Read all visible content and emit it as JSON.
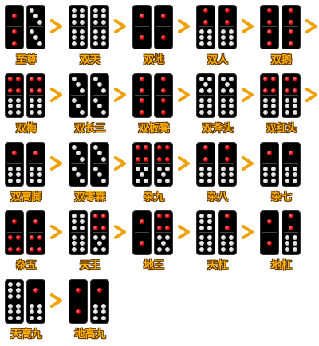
{
  "colors": {
    "label": "#ffb000",
    "label_outline": "#5a3200",
    "tile": "#000000",
    "pip_red": "#e30000",
    "pip_white": "#ffffff",
    "arrow": "#f0a000"
  },
  "icons": {
    "arrow": "chevron-right-icon",
    "tile": "domino-tile-icon"
  },
  "entries": [
    {
      "label": "至尊",
      "tiles": [
        3,
        6
      ],
      "arrow": true
    },
    {
      "label": "双天",
      "tiles": [
        12,
        12
      ],
      "arrow": true
    },
    {
      "label": "双地",
      "tiles": [
        2,
        2
      ],
      "arrow": true
    },
    {
      "label": "双人",
      "tiles": [
        8,
        8
      ],
      "arrow": true
    },
    {
      "label": "双鹅",
      "tiles": [
        4,
        4
      ],
      "arrow": true
    },
    {
      "label": "双梅",
      "tiles": [
        10,
        10
      ],
      "arrow": true
    },
    {
      "label": "双长三",
      "tiles": [
        6,
        6
      ],
      "arrow": true
    },
    {
      "label": "双板凳",
      "tiles": [
        4,
        4
      ],
      "arrow": true
    },
    {
      "label": "双斧头",
      "tiles": [
        11,
        11
      ],
      "arrow": true
    },
    {
      "label": "双红头",
      "tiles": [
        10,
        10
      ],
      "arrow": true
    },
    {
      "label": "双高脚",
      "tiles": [
        7,
        7
      ],
      "arrow": true
    },
    {
      "label": "双零霖",
      "tiles": [
        6,
        6
      ],
      "arrow": true
    },
    {
      "label": "杂九",
      "tiles": [
        9,
        9
      ],
      "arrow": true
    },
    {
      "label": "杂八",
      "tiles": [
        8,
        8
      ],
      "arrow": true
    },
    {
      "label": "杂七",
      "tiles": [
        7,
        7
      ],
      "arrow": false
    },
    {
      "label": "杂五",
      "tiles": [
        5,
        5
      ],
      "arrow": true
    },
    {
      "label": "天王",
      "tiles": [
        12,
        9
      ],
      "arrow": true
    },
    {
      "label": "地王",
      "tiles": [
        2,
        9
      ],
      "arrow": true
    },
    {
      "label": "天杠",
      "tiles": [
        12,
        8
      ],
      "arrow": true
    },
    {
      "label": "地杠",
      "tiles": [
        2,
        8
      ],
      "arrow": false
    },
    {
      "label": "天高九",
      "tiles": [
        12,
        7
      ],
      "arrow": true
    },
    {
      "label": "地高九",
      "tiles": [
        2,
        7
      ],
      "arrow": false
    }
  ]
}
